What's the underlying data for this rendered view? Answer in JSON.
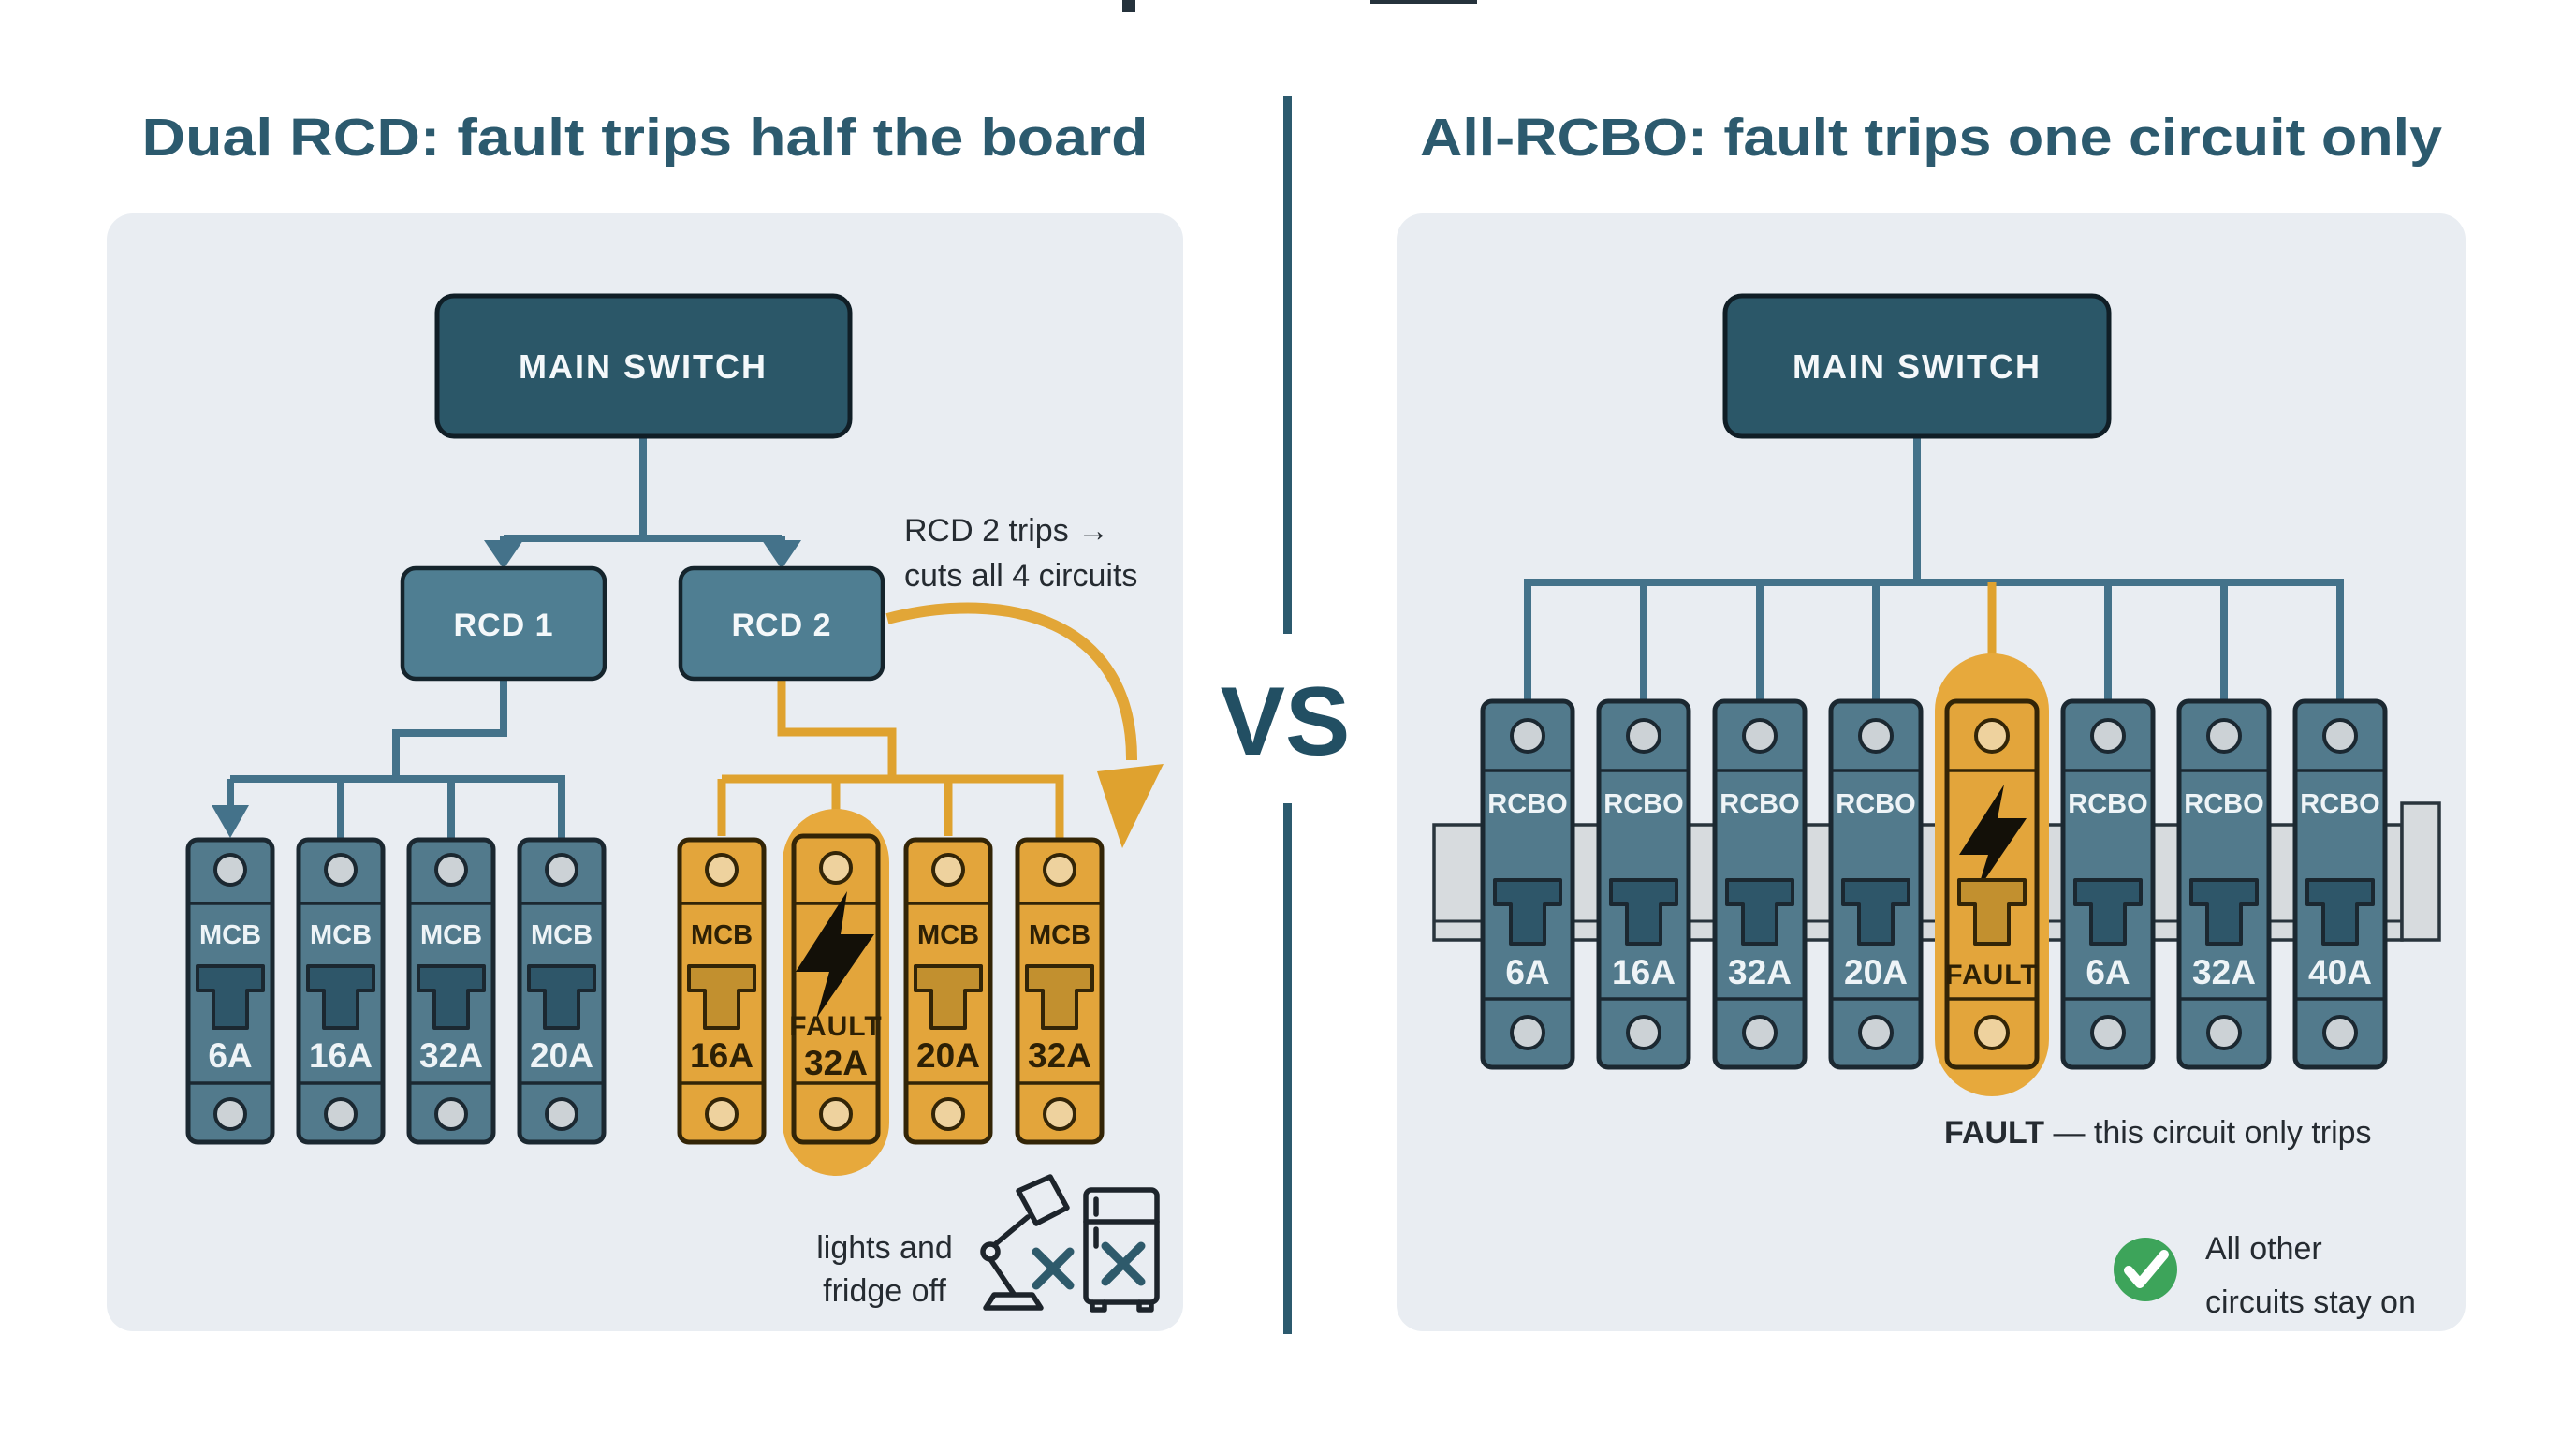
{
  "left": {
    "title": "Dual RCD: fault trips half the board",
    "main_switch": "MAIN SWITCH",
    "rcd1": "RCD 1",
    "rcd2": "RCD 2",
    "annotation": {
      "line1": "RCD 2 trips →",
      "line2": "cuts all 4 circuits"
    },
    "breakers_rcd1": [
      {
        "label": "MCB",
        "amp": "6A"
      },
      {
        "label": "MCB",
        "amp": "16A"
      },
      {
        "label": "MCB",
        "amp": "32A"
      },
      {
        "label": "MCB",
        "amp": "20A"
      }
    ],
    "breakers_rcd2": [
      {
        "label": "MCB",
        "amp": "16A"
      },
      {
        "label": "FAULT",
        "amp": "32A"
      },
      {
        "label": "MCB",
        "amp": "20A"
      },
      {
        "label": "MCB",
        "amp": "32A"
      }
    ],
    "footer": {
      "line1": "lights and",
      "line2": "fridge off"
    }
  },
  "divider": {
    "vs": "VS"
  },
  "right": {
    "title": "All-RCBO: fault trips one circuit only",
    "main_switch": "MAIN SWITCH",
    "breakers": [
      {
        "label": "RCBO",
        "amp": "6A"
      },
      {
        "label": "RCBO",
        "amp": "16A"
      },
      {
        "label": "RCBO",
        "amp": "32A"
      },
      {
        "label": "RCBO",
        "amp": "20A"
      },
      {
        "label": "FAULT",
        "amp": ""
      },
      {
        "label": "RCBO",
        "amp": "6A"
      },
      {
        "label": "RCBO",
        "amp": "32A"
      },
      {
        "label": "RCBO",
        "amp": "40A"
      }
    ],
    "fault_note": {
      "bold": "FAULT",
      "rest": " — this circuit only trips"
    },
    "ok_note": {
      "line1": "All other",
      "line2": "circuits stay on"
    }
  },
  "colors": {
    "title_teal": "#2c5a6e",
    "main_switch_fill": "#2b5768",
    "rcd_fill": "#4f7e92",
    "breaker_blue": "#527a8c",
    "connector_teal": "#44728a",
    "orange": "#dfa22f",
    "breaker_orange": "#e3a53b",
    "fault_pill": "#e7a93c",
    "panel_bg": "#e9edf2",
    "green_check": "#3da45a"
  }
}
